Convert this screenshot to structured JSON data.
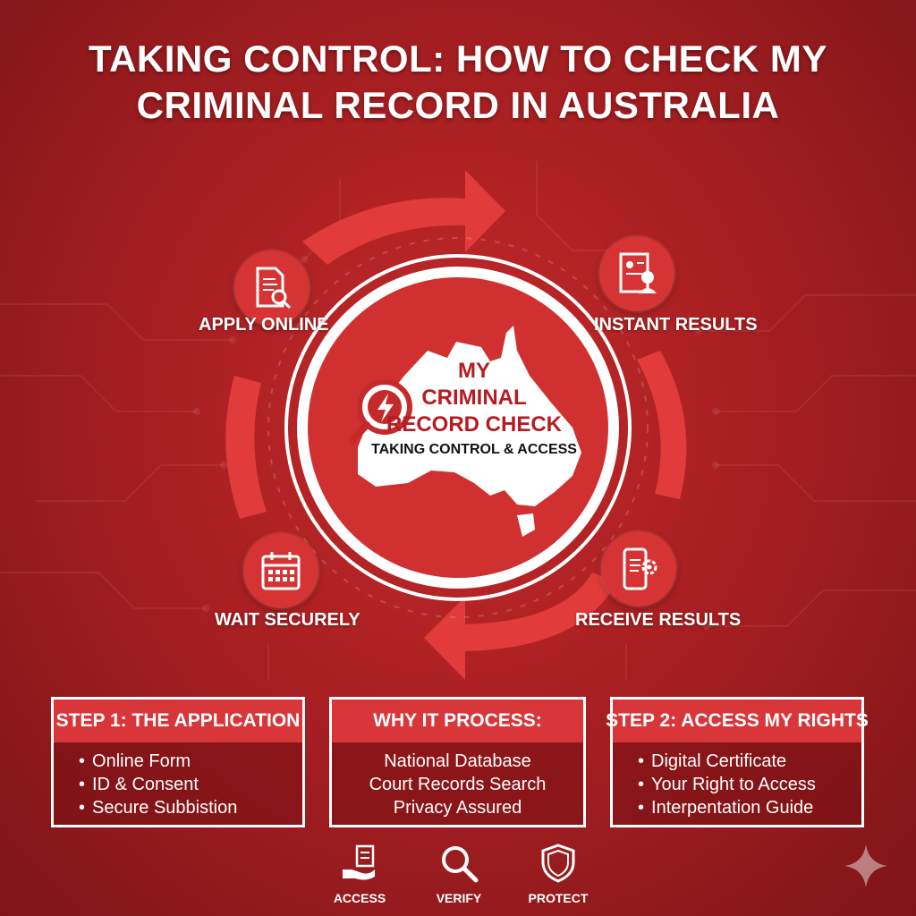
{
  "title": {
    "line1": "TAKING CONTROL: HOW TO CHECK MY",
    "line2": "CRIMINAL RECORD IN AUSTRALIA"
  },
  "center": {
    "title_line1": "MY",
    "title_line2": "CRIMINAL",
    "title_line3": "RECORD CHECK",
    "subtitle": "TAKING CONTROL & ACCESS",
    "icon": "lightning-magnifier-icon"
  },
  "steps": [
    {
      "label": "APPLY ONLINE",
      "icon": "document-search-icon"
    },
    {
      "label": "INSTANT RESULTS",
      "icon": "id-card-person-icon"
    },
    {
      "label": "RECEIVE RESULTS",
      "icon": "phone-gear-icon"
    },
    {
      "label": "WAIT SECURELY",
      "icon": "calendar-icon"
    }
  ],
  "cards": [
    {
      "heading": "STEP 1: THE APPLICATION",
      "items": [
        "Online Form",
        "ID & Consent",
        "Secure Subbistion"
      ]
    },
    {
      "heading": "WHY IT PROCESS:",
      "items": [
        "National Database",
        "Court Records Search",
        "Privacy Assured"
      ]
    },
    {
      "heading": "STEP 2: ACCESS MY RIGHTS",
      "items": [
        "Digital Certificate",
        "Your Right to Access",
        "Interpentation Guide"
      ]
    }
  ],
  "footer": [
    {
      "label": "ACCESS",
      "icon": "hand-document-icon"
    },
    {
      "label": "VERIFY",
      "icon": "magnifier-icon"
    },
    {
      "label": "PROTECT",
      "icon": "shield-icon"
    }
  ],
  "colors": {
    "background": "#a81f22",
    "accent": "#d63434",
    "text": "#ffffff"
  }
}
